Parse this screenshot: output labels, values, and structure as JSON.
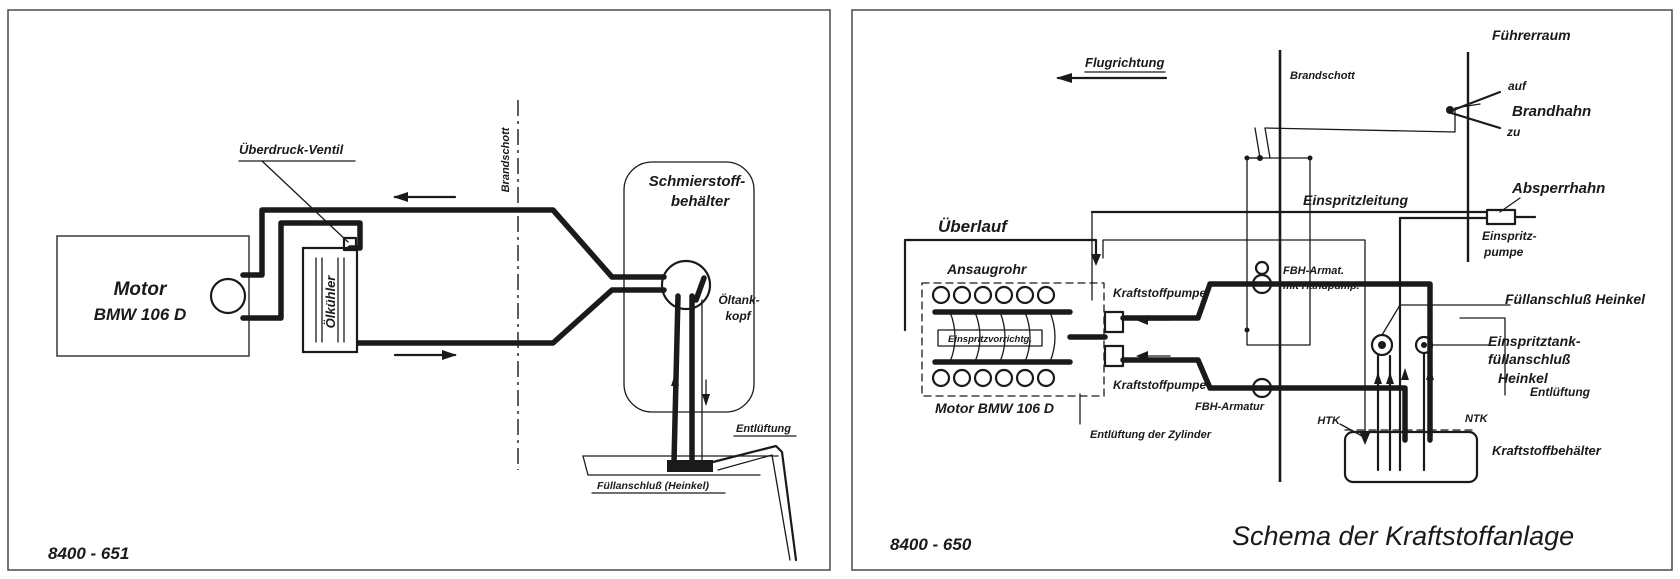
{
  "left_diagram": {
    "code": "8400 - 651",
    "motor_label": "Motor",
    "motor_model": "BMW 106 D",
    "overpressure_valve": "Überdruck-Ventil",
    "firewall": "Brandschott",
    "oil_cooler": "Ölkühler",
    "oil_tank_line1": "Schmierstoff-",
    "oil_tank_line2": "behälter",
    "tank_head_line1": "Öltank-",
    "tank_head_line2": "kopf",
    "vent": "Entlüftung",
    "filler": "Füllanschluß (Heinkel)"
  },
  "right_diagram": {
    "code": "8400 - 650",
    "title": "Schema der Kraftstoffanlage",
    "cockpit": "Führerraum",
    "flight_direction": "Flugrichtung",
    "firewall": "Brandschott",
    "open": "auf",
    "closed": "zu",
    "fire_valve": "Brandhahn",
    "shutoff_valve": "Absperrhahn",
    "injection_line": "Einspritzleitung",
    "primer_pump_line1": "Einspritz-",
    "primer_pump_line2": "pumpe",
    "overflow": "Überlauf",
    "intake_pipe": "Ansaugrohr",
    "fuel_pump_top": "Kraftstoffpumpe",
    "fuel_pump_bottom": "Kraftstoffpumpe",
    "injection_device": "Einspritzvorrichtg.",
    "fbh_hand_line1": "FBH-Armat.",
    "fbh_hand_line2": "mit Handpump.",
    "fbh": "FBH-Armatur",
    "filler_heinkel": "Füllanschluß Heinkel",
    "inj_tank_line1": "Einspritztank-",
    "inj_tank_line2": "füllanschluß",
    "inj_tank_line3": "Heinkel",
    "vent": "Entlüftung",
    "htk": "HTK",
    "ntk": "NTK",
    "fuel_tank": "Kraftstoffbehälter",
    "motor": "Motor BMW 106 D",
    "cylinder_vent": "Entlüftung der Zylinder"
  }
}
